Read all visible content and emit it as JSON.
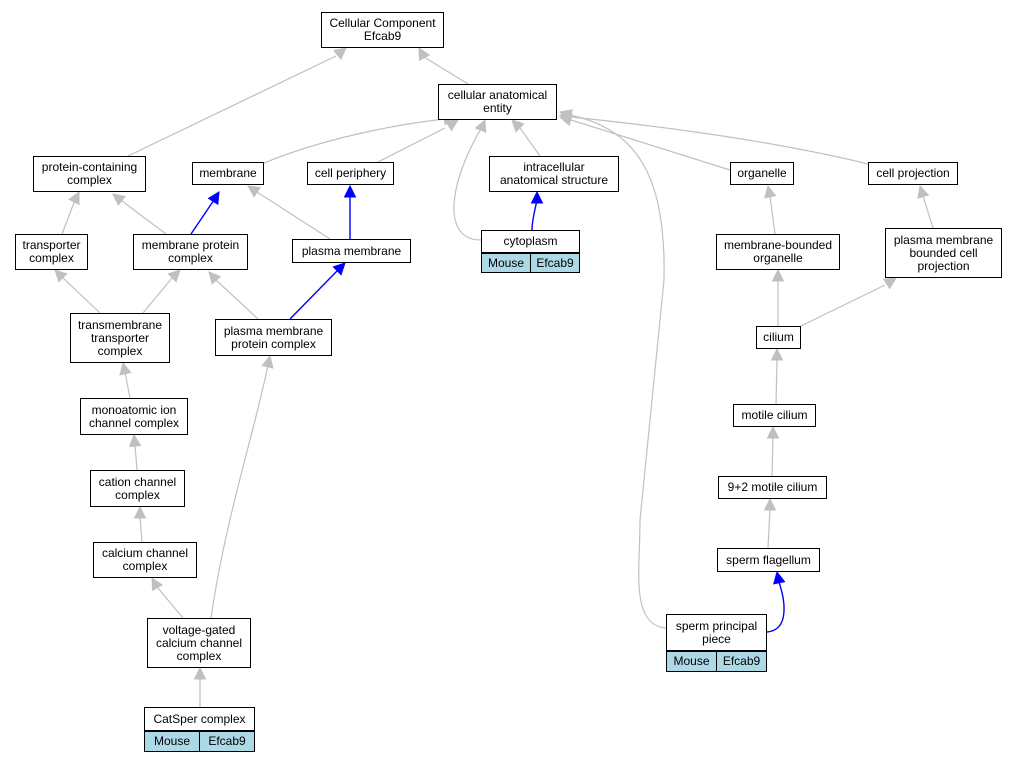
{
  "nodes": [
    {
      "id": "root",
      "label": "Cellular Component\nEfcab9"
    },
    {
      "id": "cae",
      "label": "cellular anatomical\nentity"
    },
    {
      "id": "pcc",
      "label": "protein-containing\ncomplex"
    },
    {
      "id": "mem",
      "label": "membrane"
    },
    {
      "id": "cper",
      "label": "cell periphery"
    },
    {
      "id": "ias",
      "label": "intracellular\nanatomical structure"
    },
    {
      "id": "org",
      "label": "organelle"
    },
    {
      "id": "cproj",
      "label": "cell projection"
    },
    {
      "id": "tc",
      "label": "transporter\ncomplex"
    },
    {
      "id": "mpc",
      "label": "membrane protein\ncomplex"
    },
    {
      "id": "pm",
      "label": "plasma membrane"
    },
    {
      "id": "cyto",
      "label": "cytoplasm"
    },
    {
      "id": "mbo",
      "label": "membrane-bounded\norganelle"
    },
    {
      "id": "pmbcp",
      "label": "plasma membrane\nbounded cell\nprojection"
    },
    {
      "id": "ttc",
      "label": "transmembrane\ntransporter\ncomplex"
    },
    {
      "id": "pmpc",
      "label": "plasma membrane\nprotein complex"
    },
    {
      "id": "cil",
      "label": "cilium"
    },
    {
      "id": "mic",
      "label": "monoatomic ion\nchannel complex"
    },
    {
      "id": "mcil",
      "label": "motile cilium"
    },
    {
      "id": "ccc",
      "label": "cation channel\ncomplex"
    },
    {
      "id": "m92",
      "label": "9+2 motile cilium"
    },
    {
      "id": "cacc",
      "label": "calcium channel\ncomplex"
    },
    {
      "id": "sflag",
      "label": "sperm flagellum"
    },
    {
      "id": "vgcc",
      "label": "voltage-gated\ncalcium channel\ncomplex"
    },
    {
      "id": "spp",
      "label": "sperm principal\npiece"
    },
    {
      "id": "catsper",
      "label": "CatSper complex"
    }
  ],
  "annotations": [
    {
      "node": "cyto",
      "species": "Mouse",
      "gene": "Efcab9"
    },
    {
      "node": "spp",
      "species": "Mouse",
      "gene": "Efcab9"
    },
    {
      "node": "catsper",
      "species": "Mouse",
      "gene": "Efcab9"
    }
  ],
  "edges": [
    {
      "from": "cae",
      "to": "root",
      "kind": "is_a"
    },
    {
      "from": "pcc",
      "to": "root",
      "kind": "is_a"
    },
    {
      "from": "mem",
      "to": "cae",
      "kind": "is_a"
    },
    {
      "from": "cper",
      "to": "cae",
      "kind": "is_a"
    },
    {
      "from": "ias",
      "to": "cae",
      "kind": "is_a"
    },
    {
      "from": "org",
      "to": "cae",
      "kind": "is_a"
    },
    {
      "from": "cproj",
      "to": "cae",
      "kind": "is_a"
    },
    {
      "from": "cyto",
      "to": "cae",
      "kind": "is_a"
    },
    {
      "from": "spp",
      "to": "cae",
      "kind": "is_a"
    },
    {
      "from": "tc",
      "to": "pcc",
      "kind": "is_a"
    },
    {
      "from": "mpc",
      "to": "pcc",
      "kind": "is_a"
    },
    {
      "from": "mpc",
      "to": "mem",
      "kind": "part_of"
    },
    {
      "from": "pm",
      "to": "mem",
      "kind": "is_a"
    },
    {
      "from": "pm",
      "to": "cper",
      "kind": "part_of"
    },
    {
      "from": "cyto",
      "to": "ias",
      "kind": "part_of"
    },
    {
      "from": "mbo",
      "to": "org",
      "kind": "is_a"
    },
    {
      "from": "pmbcp",
      "to": "cproj",
      "kind": "is_a"
    },
    {
      "from": "ttc",
      "to": "tc",
      "kind": "is_a"
    },
    {
      "from": "ttc",
      "to": "mpc",
      "kind": "is_a"
    },
    {
      "from": "pmpc",
      "to": "mpc",
      "kind": "is_a"
    },
    {
      "from": "pmpc",
      "to": "pm",
      "kind": "part_of"
    },
    {
      "from": "cil",
      "to": "mbo",
      "kind": "is_a"
    },
    {
      "from": "cil",
      "to": "pmbcp",
      "kind": "is_a"
    },
    {
      "from": "mic",
      "to": "ttc",
      "kind": "is_a"
    },
    {
      "from": "mcil",
      "to": "cil",
      "kind": "is_a"
    },
    {
      "from": "ccc",
      "to": "mic",
      "kind": "is_a"
    },
    {
      "from": "m92",
      "to": "mcil",
      "kind": "is_a"
    },
    {
      "from": "cacc",
      "to": "ccc",
      "kind": "is_a"
    },
    {
      "from": "sflag",
      "to": "m92",
      "kind": "is_a"
    },
    {
      "from": "vgcc",
      "to": "cacc",
      "kind": "is_a"
    },
    {
      "from": "vgcc",
      "to": "pmpc",
      "kind": "is_a"
    },
    {
      "from": "spp",
      "to": "sflag",
      "kind": "part_of"
    },
    {
      "from": "catsper",
      "to": "vgcc",
      "kind": "is_a"
    }
  ],
  "colors": {
    "is_a_edge": "#c0c0c0",
    "part_of_edge": "#0000ff",
    "annotation_fill": "#add8e6"
  }
}
